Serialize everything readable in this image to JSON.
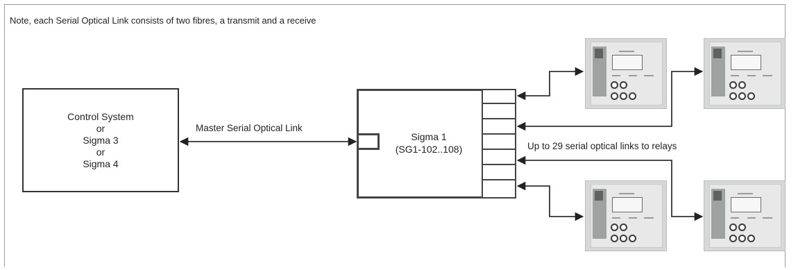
{
  "note": "Note, each Serial Optical Link consists of two fibres, a transmit and a receive",
  "control_box": {
    "lines": [
      "Control System",
      "or",
      "Sigma 3",
      "or",
      "Sigma 4"
    ]
  },
  "master_link_label": "Master Serial Optical Link",
  "sigma": {
    "name": "Sigma 1",
    "model": "(SG1-102..108)"
  },
  "relays_label": "Up to 29 serial optical links to relays",
  "colors": {
    "line": "#333333",
    "relay_body": "#d6d8d7"
  }
}
